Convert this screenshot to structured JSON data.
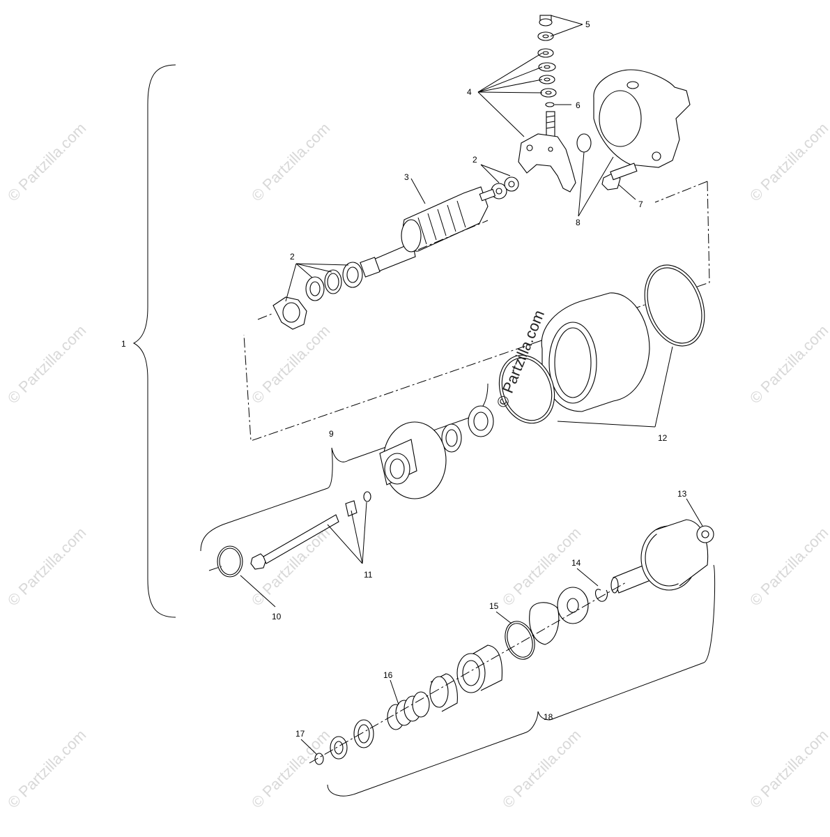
{
  "watermark_text": "© Partzilla.com",
  "center_watermark_text": "© Partzilla.com",
  "colors": {
    "line": "#000000",
    "background": "#ffffff",
    "watermark": "#d8d8d8"
  },
  "labels": {
    "p1": "1",
    "p2a": "2",
    "p2b": "2",
    "p3": "3",
    "p4": "4",
    "p5": "5",
    "p6": "6",
    "p7": "7",
    "p8": "8",
    "p9": "9",
    "p10": "10",
    "p11": "11",
    "p12": "12",
    "p13": "13",
    "p14": "14",
    "p15": "15",
    "p16": "16",
    "p17": "17",
    "p18": "18"
  }
}
